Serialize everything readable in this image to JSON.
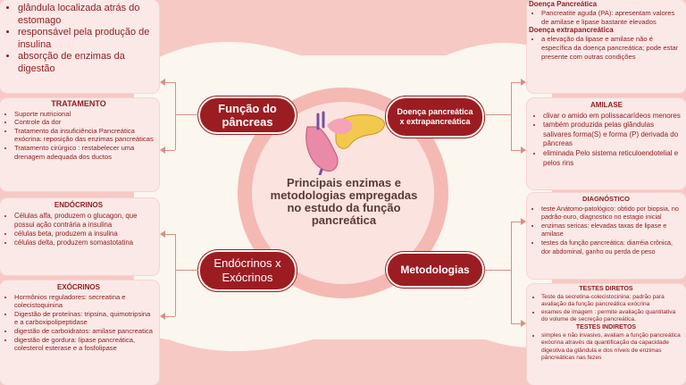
{
  "center": {
    "title": "Principais enzimas e metodologias empregadas no estudo da função pancreática"
  },
  "nodes": {
    "funcao": "Função do pâncreas",
    "doenca": "Doença pancreática x extrapancreática",
    "endocrinos": "Endócrinos x Exócrinos",
    "metodologias": "Metodologias"
  },
  "funcao_box": {
    "items": [
      "glândula localizada atrás do estomago",
      "responsável pela produção de insulina",
      "absorção de enzimas da digestão"
    ]
  },
  "tratamento": {
    "title": "TRATAMENTO",
    "items": [
      "Suporte nutricional",
      "Controle da dor",
      "Tratamento da insuficiência Pancreática exócrina: reposição das enzimas pancreáticas",
      "Tratamento cirúrgico : restabelecer uma drenagem adequada dos ductos"
    ]
  },
  "endocrinos": {
    "title": "ENDÓCRINOS",
    "items": [
      "Células alfa, produzem o glucagon, que possui ação contrária a insulina",
      "células beta, produzem a insulina",
      "células delta, produzem somastotatina"
    ]
  },
  "exocrinos": {
    "title": "EXÓCRINOS",
    "items": [
      "Hormônios reguladores: secreatina e colecistoquinina",
      "Digestão de proteínas: tripsina, quimotripsina e a carboxipolipeptidase",
      "digestão de carboidratos: amilase pancreatica",
      "digestão de gordura: lipase pancreática, colesterol esterase e a fosfolipase"
    ]
  },
  "doenca_box": {
    "title1": "Doença Pancreática",
    "items1": [
      "Pancreatite aguda (PA): apresentam valores de amilase e lipase bastante elevados"
    ],
    "title2": "Doença extrapancreática",
    "items2": [
      "a elevação da lipase e amilase não é específica da doença pancreática; pode estar presente com outras condições"
    ]
  },
  "amilase": {
    "title": "AMILASE",
    "items": [
      "clivar o amido em polissacarídeos menores",
      "também produzida pelas glândulas salivares forma(S) e forma (P) derivada do pâncreas",
      "eliminada Pelo sistema reticuloendotelial e pelos rins"
    ]
  },
  "diagnostico": {
    "title": "DIAGNÓSTICO",
    "items": [
      "teste Anátomo-patológico: obtido por biopsia, no padrão-ouro, diagnostico no estagio inicial",
      "enzimas sericas: elevadas taxas de lipase e amilase",
      "testes da função pancreática: diarréia crônica, dor abdominal, ganho ou perda de peso"
    ]
  },
  "testes": {
    "title1": "TESTES DIRETOS",
    "items1": [
      "Teste da secretina-colecistocinina: padrão para avaliação da função pancreática exócrina",
      "exames de imagem : permite avaliação quantitativa do volume de secreção pancreática."
    ],
    "title2": "TESTES INDIRETOS",
    "items2": [
      "simples e não invasivo, avaliam a função pancreática exócrina através da quantificação da capacidade digestiva da glândula e dos níveis de enzimas pâncreáticas nas fezes"
    ]
  },
  "colors": {
    "accent": "#9b1d22",
    "background": "#f6c9c4",
    "cream": "#fbf6ee"
  }
}
